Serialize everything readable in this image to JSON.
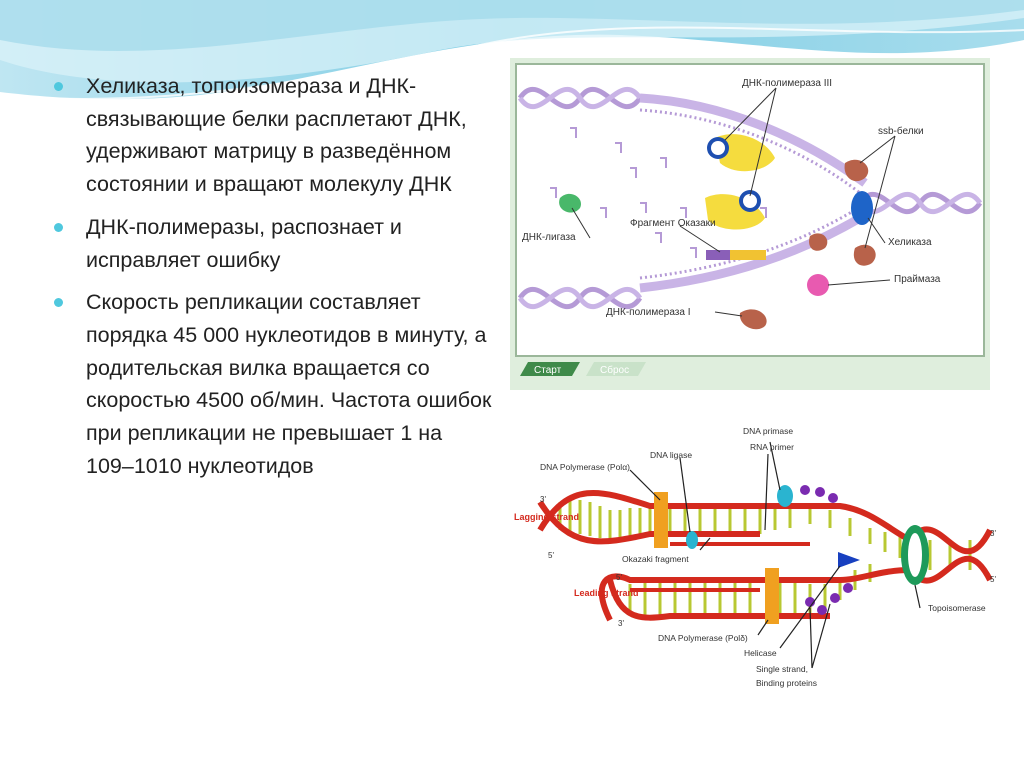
{
  "bullets": [
    "Хеликаза, топоизомераза и ДНК-связывающие белки расплетают ДНК, удерживают матрицу в разведённом состоянии и вращают молекулу ДНК",
    "ДНК-полимеразы, распознает и исправляет ошибку",
    "Скорость репликации составляет порядка 45 000 нуклеотидов в минуту, а родительская вилка вращается со скоростью 4500 об/мин. Частота ошибок при репликации не превышает 1 на 109–1010 нуклеотидов"
  ],
  "figure1": {
    "labels": {
      "pol3": "ДНК-полимераза III",
      "ssb": "ssb-белки",
      "ligase": "ДНК-лигаза",
      "okazaki": "Фрагмент Оказаки",
      "helicase": "Хеликаза",
      "primase": "Праймаза",
      "pol1": "ДНК-полимераза I"
    },
    "buttons": {
      "start": "Старт",
      "reset": "Сброс"
    }
  },
  "figure2": {
    "labels": {
      "primase": "DNA primase",
      "rna_primer": "RNA primer",
      "ligase": "DNA ligase",
      "pol_alpha": "DNA Polymerase (Polα)",
      "lagging": "Lagging strand",
      "okazaki": "Okazaki fragment",
      "leading": "Leading strand",
      "pol_delta": "DNA Polymerase (Polδ)",
      "helicase": "Helicase",
      "ssb1": "Single strand,",
      "ssb2": "Binding proteins",
      "topo": "Topoisomerase"
    },
    "ends": {
      "three": "3'",
      "five": "5'"
    }
  },
  "colors": {
    "accent": "#4fc8de",
    "text": "#222222",
    "strand": "#d42a1e",
    "rung": "#b8c832"
  }
}
